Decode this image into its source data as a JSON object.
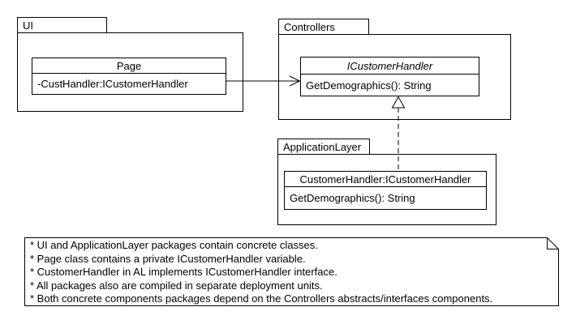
{
  "diagram": {
    "type": "uml-package-class-diagram",
    "colors": {
      "line": "#000000",
      "background": "#ffffff",
      "shape_fill": "#ffffff"
    },
    "packages": {
      "ui": {
        "name": "UI",
        "classes": [
          {
            "title": "Page",
            "members": [
              "-CustHandler:ICustomerHandler"
            ]
          }
        ]
      },
      "controllers": {
        "name": "Controllers",
        "classes": [
          {
            "title": "ICustomerHandler",
            "title_style": "italic-interface",
            "members": [
              "GetDemographics(): String"
            ]
          }
        ]
      },
      "application_layer": {
        "name": "ApplicationLayer",
        "classes": [
          {
            "title": "CustomerHandler:ICustomerHandler",
            "members": [
              "GetDemographics(): String"
            ]
          }
        ]
      }
    },
    "relationships": [
      {
        "type": "association",
        "from": "Page",
        "to": "ICustomerHandler",
        "line": "solid",
        "arrowhead": "open"
      },
      {
        "type": "realization",
        "from": "CustomerHandler:ICustomerHandler",
        "to": "ICustomerHandler",
        "line": "dashed",
        "arrowhead": "hollow-triangle"
      }
    ],
    "note": {
      "lines": [
        "* UI and ApplicationLayer packages contain concrete classes.",
        "* Page class contains a private ICustomerHandler variable.",
        "* CustomerHandler in AL implements ICustomerHandler interface.",
        "* All packages also are compiled in separate deployment units.",
        "* Both concrete components packages depend on the Controllers abstracts/interfaces components."
      ]
    }
  }
}
